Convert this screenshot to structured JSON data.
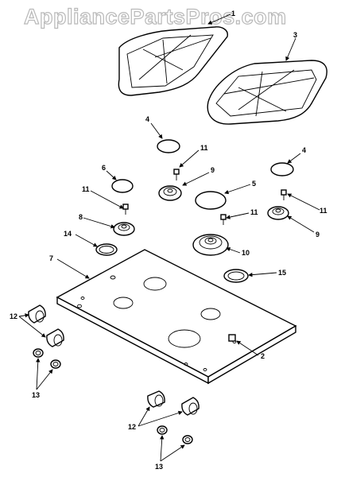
{
  "watermark": "AppliancePartsPros.com",
  "callouts": [
    "1",
    "3",
    "4",
    "11",
    "9",
    "6",
    "5",
    "4",
    "11",
    "8",
    "11",
    "11",
    "9",
    "14",
    "10",
    "7",
    "15",
    "12",
    "2",
    "13",
    "12",
    "13"
  ]
}
